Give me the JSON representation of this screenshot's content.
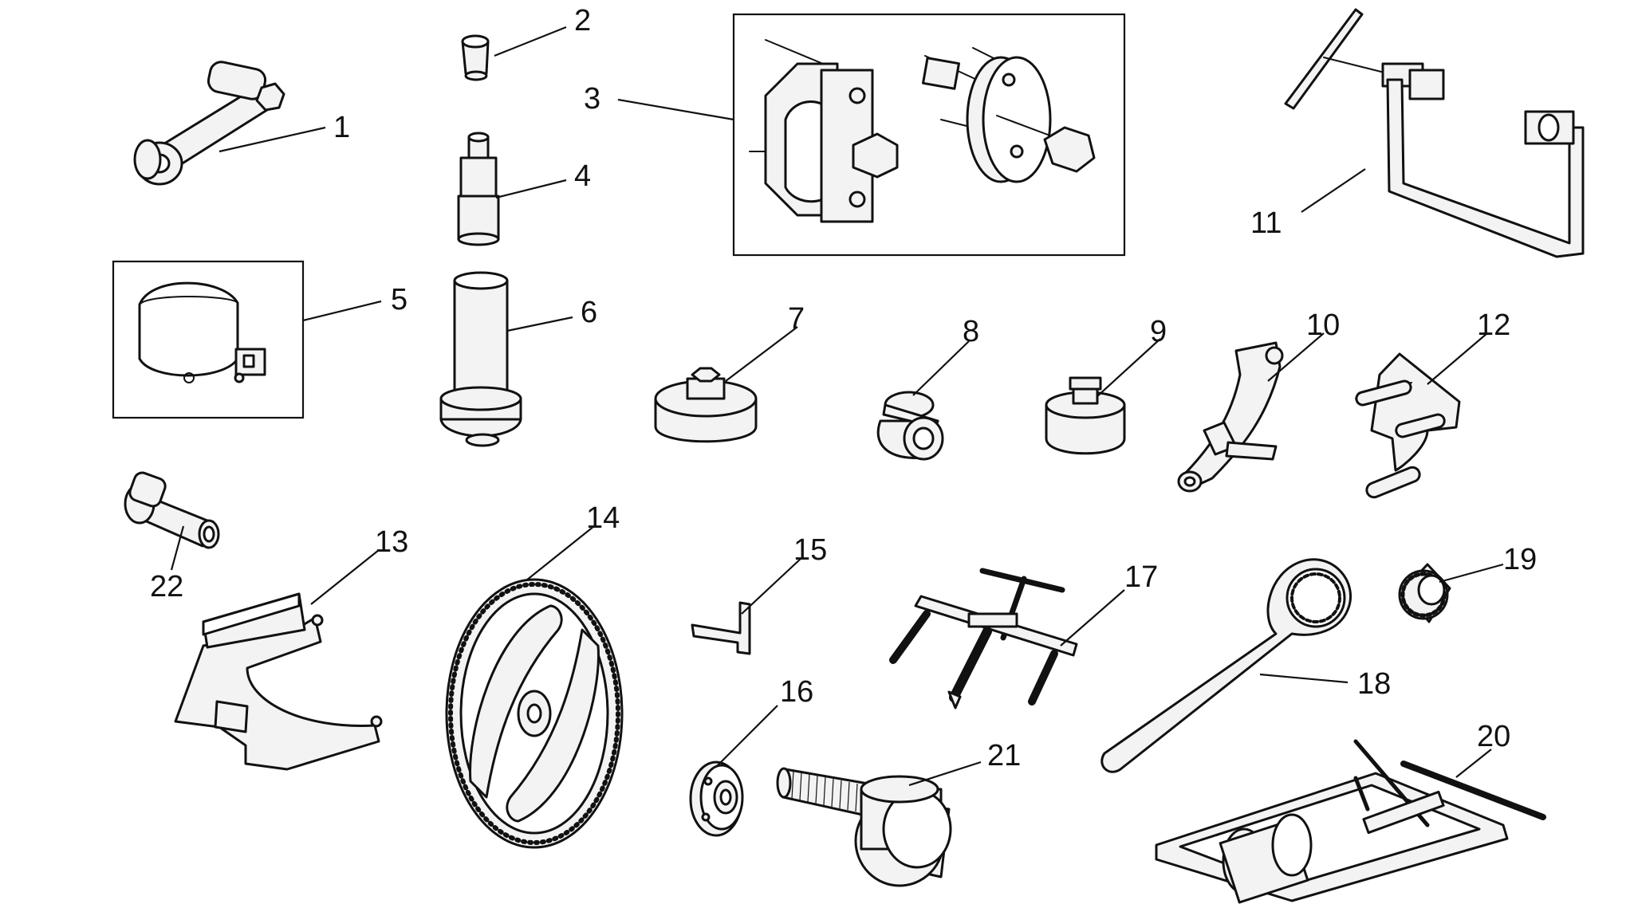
{
  "callouts": [
    "1",
    "2",
    "3",
    "4",
    "5",
    "6",
    "7",
    "8",
    "9",
    "10",
    "11",
    "12",
    "13",
    "14",
    "15",
    "16",
    "17",
    "18",
    "19",
    "20",
    "21",
    "22"
  ],
  "colors": {
    "ink": "#111111",
    "fill": "#f3f3f3",
    "background": "#ffffff"
  }
}
